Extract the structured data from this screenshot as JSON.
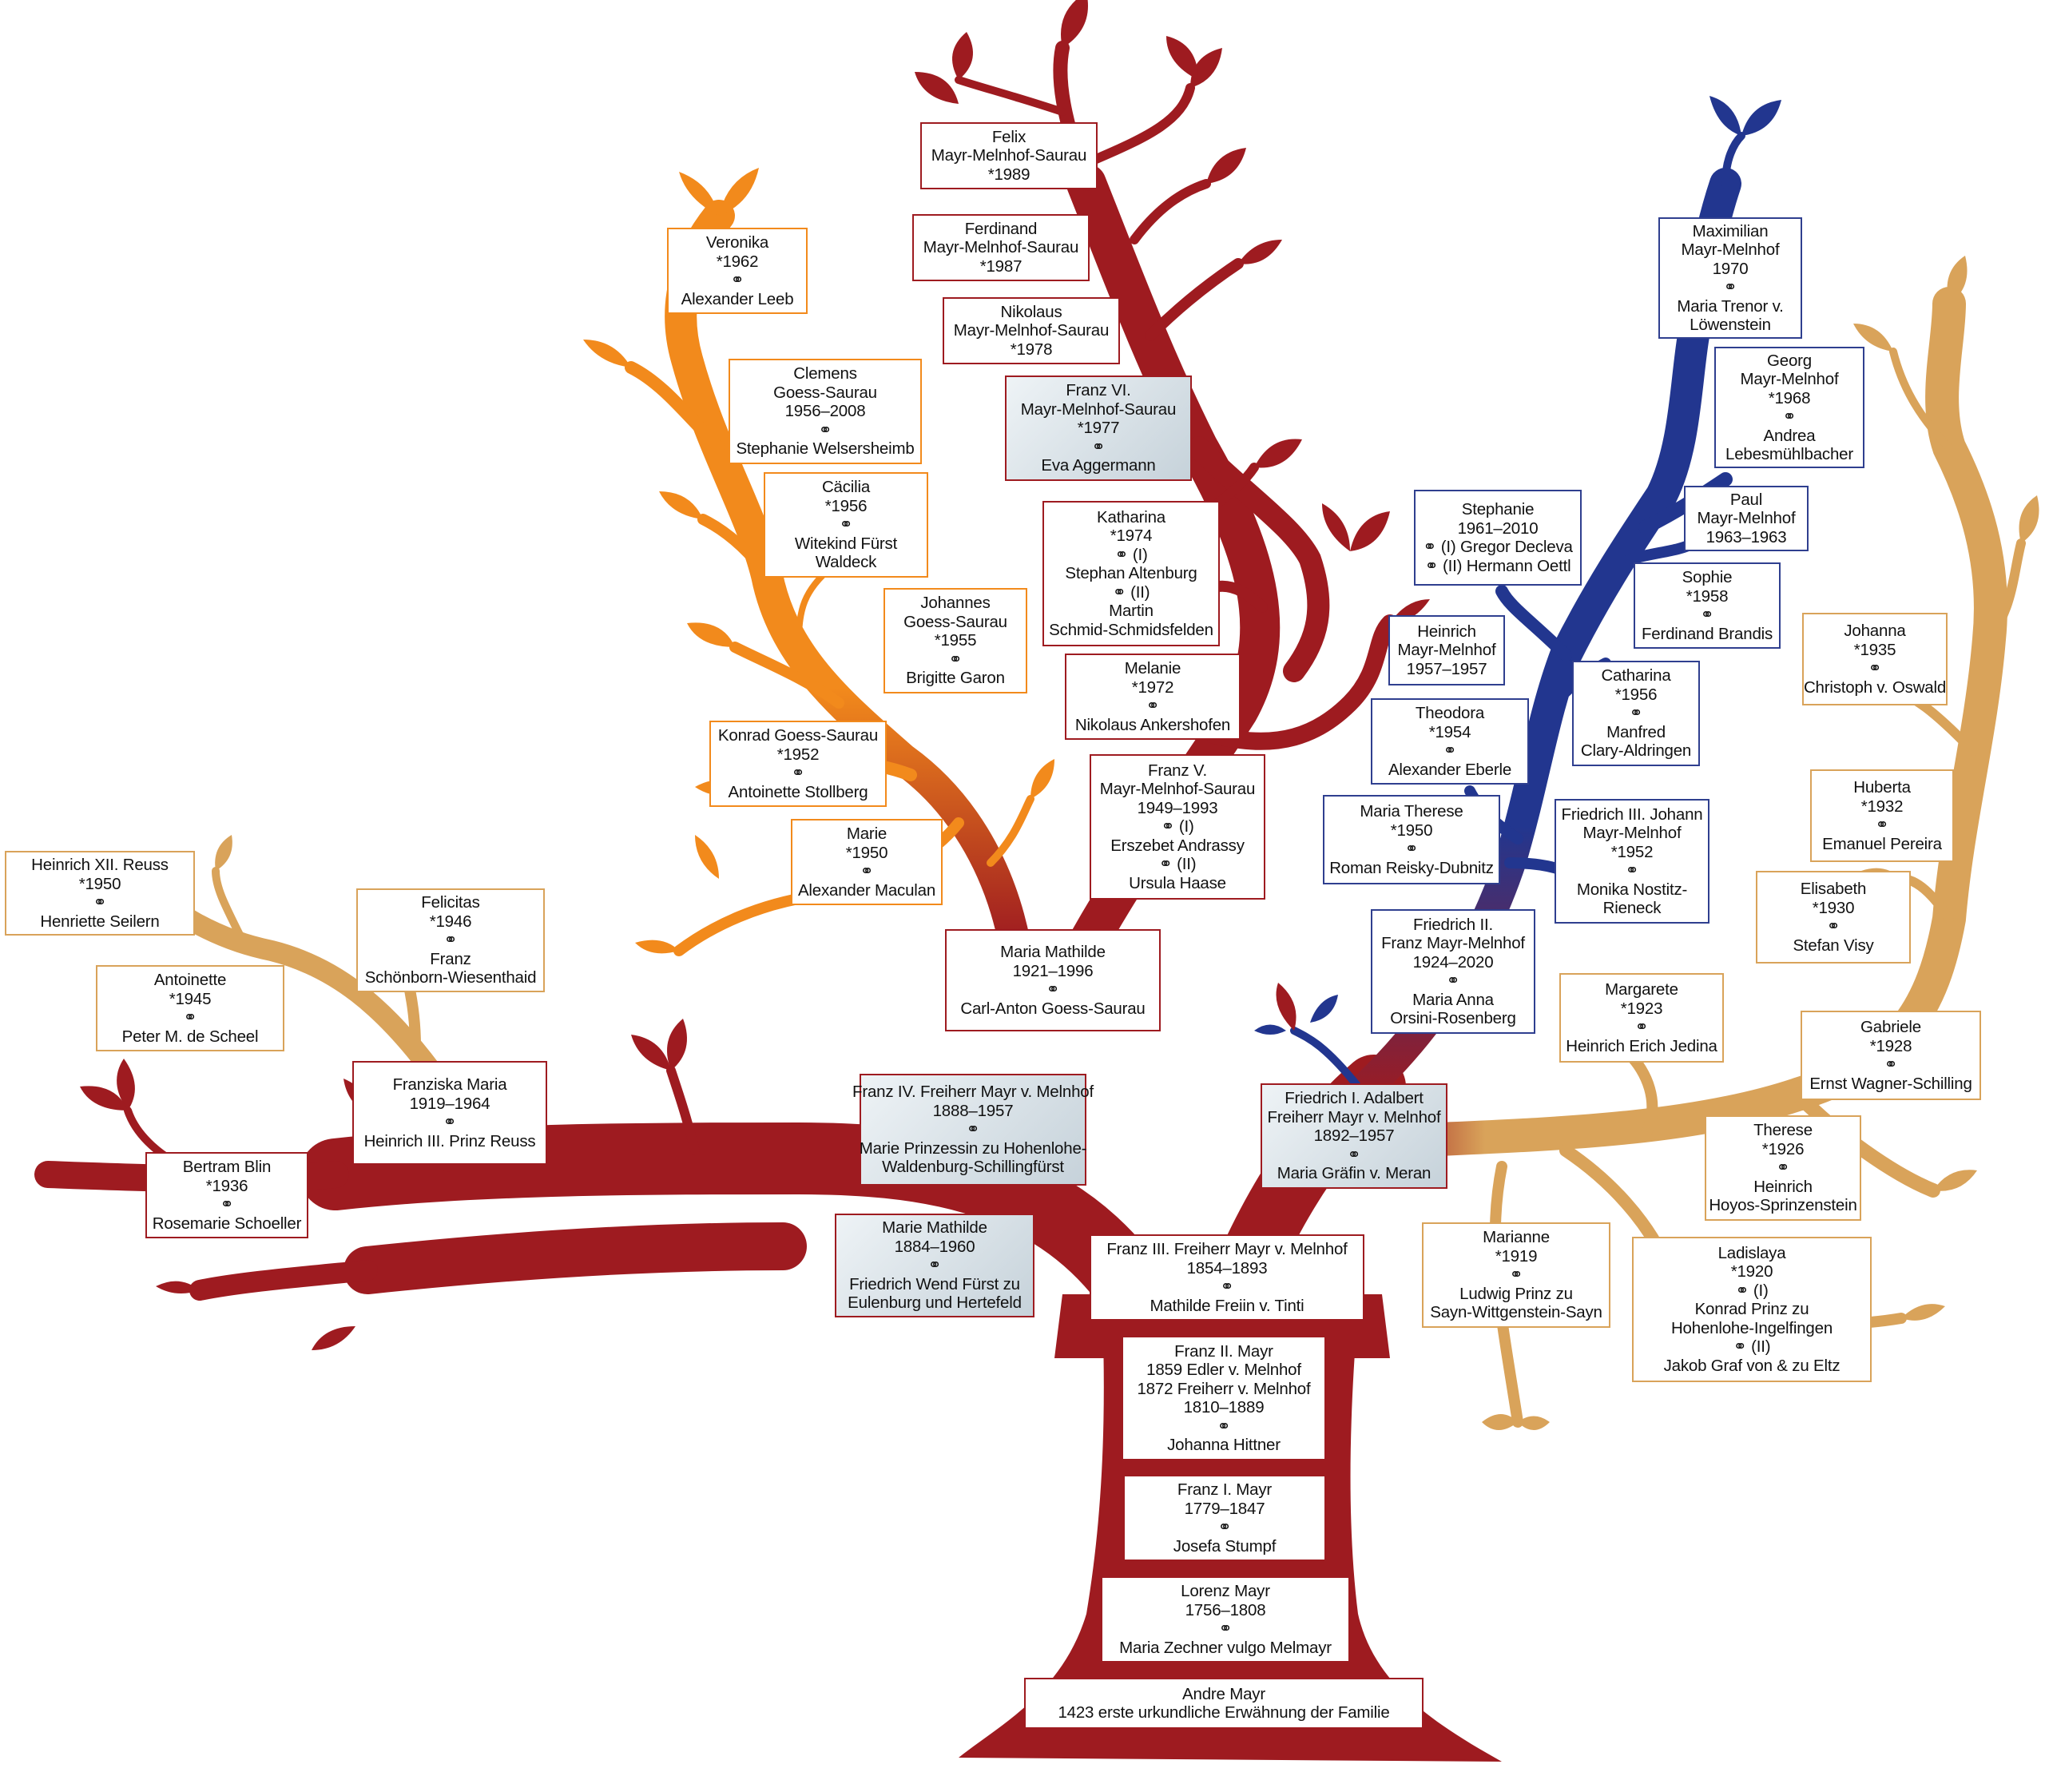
{
  "colors": {
    "trunk": "#9e1b20",
    "orange": "#f28a1c",
    "blue": "#22368f",
    "tan": "#d9a35a",
    "highlight": "#c6d2da"
  },
  "boxes": {
    "andre": [
      "Andre Mayr",
      "1423 erste urkundliche Erwähnung der Familie"
    ],
    "lorenz": [
      "Lorenz Mayr",
      "1756–1808",
      "⚭",
      "Maria Zechner vulgo Melmayr"
    ],
    "franz1": [
      "Franz I. Mayr",
      "1779–1847",
      "⚭",
      "Josefa Stumpf"
    ],
    "franz2": [
      "Franz II. Mayr",
      "1859 Edler v. Melnhof",
      "1872 Freiherr v. Melnhof",
      "1810–1889",
      "⚭",
      "Johanna Hittner"
    ],
    "franz3": [
      "Franz III. Freiherr Mayr v. Melnhof",
      "1854–1893",
      "⚭",
      "Mathilde Freiin v. Tinti"
    ],
    "mm1884": [
      "Marie Mathilde",
      "1884–1960",
      "⚭",
      "Friedrich Wend Fürst zu",
      "Eulenburg und Hertefeld"
    ],
    "franz4": [
      "Franz IV. Freiherr Mayr v. Melnhof",
      "1888–1957",
      "⚭",
      "Marie Prinzessin zu Hohenlohe-",
      "Waldenburg-Schillingfürst"
    ],
    "friedrich1": [
      "Friedrich I. Adalbert",
      "Freiherr Mayr v. Melnhof",
      "1892–1957",
      "⚭",
      "Maria Gräfin v. Meran"
    ],
    "mm1921": [
      "Maria Mathilde",
      "1921–1996",
      "⚭",
      "Carl-Anton Goess-Saurau"
    ],
    "franz5": [
      "Franz V.",
      "Mayr-Melnhof-Saurau",
      "1949–1993",
      "⚭ (I)",
      "Erszebet Andrassy",
      "⚭ (II)",
      "Ursula Haase"
    ],
    "melanie": [
      "Melanie",
      "*1972",
      "⚭",
      "Nikolaus Ankershofen"
    ],
    "katharina": [
      "Katharina",
      "*1974",
      "⚭ (I)",
      "Stephan Altenburg",
      "⚭ (II)",
      "Martin",
      "Schmid-Schmidsfelden"
    ],
    "franz6": [
      "Franz VI.",
      "Mayr-Melnhof-Saurau",
      "*1977",
      "⚭",
      "Eva Aggermann"
    ],
    "nikolaus": [
      "Nikolaus",
      "Mayr-Melnhof-Saurau",
      "*1978"
    ],
    "ferdinand": [
      "Ferdinand",
      "Mayr-Melnhof-Saurau",
      "*1987"
    ],
    "felix": [
      "Felix",
      "Mayr-Melnhof-Saurau",
      "*1989"
    ],
    "marie1950": [
      "Marie",
      "*1950",
      "⚭",
      "Alexander Maculan"
    ],
    "konrad": [
      "Konrad Goess-Saurau",
      "*1952",
      "⚭",
      "Antoinette Stollberg"
    ],
    "johannes": [
      "Johannes",
      "Goess-Saurau",
      "*1955",
      "⚭",
      "Brigitte Garon"
    ],
    "caecilia": [
      "Cäcilia",
      "*1956",
      "⚭",
      "Witekind Fürst",
      "Waldeck"
    ],
    "clemens": [
      "Clemens",
      "Goess-Saurau",
      "1956–2008",
      "⚭",
      "Stephanie Welsersheimb"
    ],
    "veronika": [
      "Veronika",
      "*1962",
      "⚭",
      "Alexander Leeb"
    ],
    "franziska": [
      "Franziska Maria",
      "1919–1964",
      "⚭",
      "Heinrich III. Prinz Reuss"
    ],
    "antoinette": [
      "Antoinette",
      "*1945",
      "⚭",
      "Peter M. de Scheel"
    ],
    "felicitas": [
      "Felicitas",
      "*1946",
      "⚭",
      "Franz",
      "Schönborn-Wiesenthaid"
    ],
    "heinrich12": [
      "Heinrich XII. Reuss",
      "*1950",
      "⚭",
      "Henriette Seilern"
    ],
    "bertram": [
      "Bertram Blin",
      "*1936",
      "⚭",
      "Rosemarie Schoeller"
    ],
    "friedrich2": [
      "Friedrich II.",
      "Franz Mayr-Melnhof",
      "1924–2020",
      "⚭",
      "Maria Anna",
      "Orsini-Rosenberg"
    ],
    "mariatherese": [
      "Maria Therese",
      "*1950",
      "⚭",
      "Roman Reisky-Dubnitz"
    ],
    "friedrich3": [
      "Friedrich III. Johann",
      "Mayr-Melnhof",
      "*1952",
      "⚭",
      "Monika Nostitz-",
      "Rieneck"
    ],
    "theodora": [
      "Theodora",
      "*1954",
      "⚭",
      "Alexander Eberle"
    ],
    "catharina": [
      "Catharina",
      "*1956",
      "⚭",
      "Manfred",
      "Clary-Aldringen"
    ],
    "heinrich": [
      "Heinrich",
      "Mayr-Melnhof",
      "1957–1957"
    ],
    "sophie": [
      "Sophie",
      "*1958",
      "⚭",
      "Ferdinand Brandis"
    ],
    "stephanie": [
      "Stephanie",
      "1961–2010",
      "⚭ (I) Gregor Decleva",
      "⚭ (II) Hermann Oettl"
    ],
    "paul": [
      "Paul",
      "Mayr-Melnhof",
      "1963–1963"
    ],
    "georg": [
      "Georg",
      "Mayr-Melnhof",
      "*1968",
      "⚭",
      "Andrea",
      "Lebesmühlbacher"
    ],
    "maximilian": [
      "Maximilian",
      "Mayr-Melnhof",
      "1970",
      "⚭",
      "Maria Trenor v.",
      "Löwenstein"
    ],
    "marianne": [
      "Marianne",
      "*1919",
      "⚭",
      "Ludwig Prinz zu",
      "Sayn-Wittgenstein-Sayn"
    ],
    "ladislaya": [
      "Ladislaya",
      "*1920",
      "⚭ (I)",
      "Konrad Prinz zu",
      "Hohenlohe-Ingelfingen",
      "⚭ (II)",
      "Jakob Graf von & zu Eltz"
    ],
    "margarete": [
      "Margarete",
      "*1923",
      "⚭",
      "Heinrich Erich Jedina"
    ],
    "therese": [
      "Therese",
      "*1926",
      "⚭",
      "Heinrich",
      "Hoyos-Sprinzenstein"
    ],
    "gabriele": [
      "Gabriele",
      "*1928",
      "⚭",
      "Ernst Wagner-Schilling"
    ],
    "elisabeth": [
      "Elisabeth",
      "*1930",
      "⚭",
      "Stefan Visy"
    ],
    "huberta": [
      "Huberta",
      "*1932",
      "⚭",
      "Emanuel Pereira"
    ],
    "johanna": [
      "Johanna",
      "*1935",
      "⚭",
      "Christoph v. Oswald"
    ]
  }
}
